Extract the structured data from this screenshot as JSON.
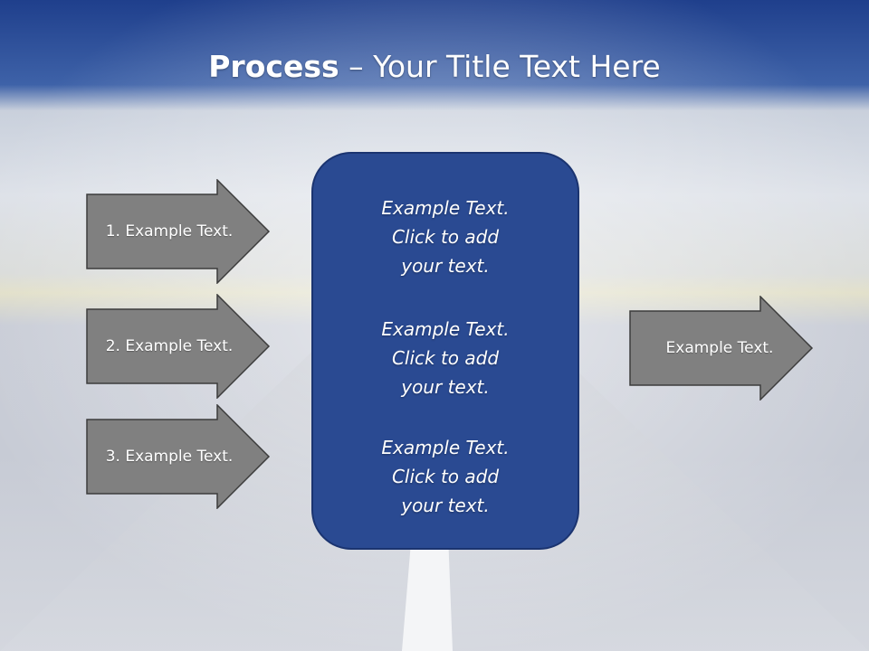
{
  "slide": {
    "title_bold": "Process",
    "title_rest": " – Your Title Text Here",
    "left_arrows": [
      {
        "label": "1. Example Text."
      },
      {
        "label": "2. Example Text."
      },
      {
        "label": "3. Example Text."
      }
    ],
    "center_box": {
      "paragraphs": [
        {
          "line1": "Example Text.",
          "line2": "Click  to add",
          "line3": "your text."
        },
        {
          "line1": "Example Text.",
          "line2": "Click  to add",
          "line3": "your text."
        },
        {
          "line1": "Example Text.",
          "line2": "Click  to add",
          "line3": "your text."
        }
      ]
    },
    "right_arrow": {
      "label": "Example Text."
    }
  },
  "colors": {
    "header_blue": "#23468f",
    "box_blue": "#2a4a92",
    "arrow_gray": "#808080"
  }
}
